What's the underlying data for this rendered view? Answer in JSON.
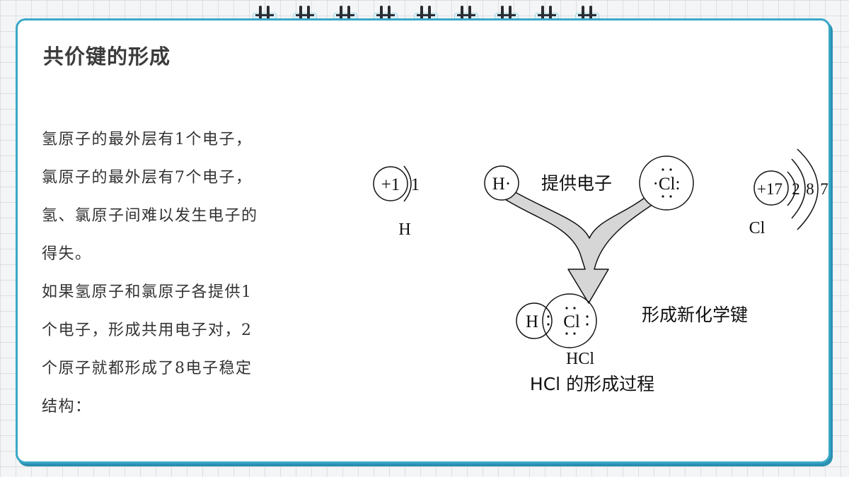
{
  "title": "共价键的形成",
  "body_lines": [
    "氢原子的最外层有1个电子，",
    "氯原子的最外层有7个电子，",
    "氢、氯原子间难以发生电子的",
    "得失。",
    "如果氢原子和氯原子各提供1",
    "个电子，形成共用电子对，2",
    "个原子就都形成了8电子稳定",
    "结构："
  ],
  "diagram": {
    "h_nucleus": "+1",
    "h_shell": "1",
    "h_label": "H",
    "h_dot": "H·",
    "provide_label": "提供电子",
    "cl_dot": "·Cl:",
    "cl_nucleus": "+17",
    "cl_shells": [
      "2",
      "8",
      "7"
    ],
    "cl_label": "Cl",
    "hcl_h": "H",
    "hcl_cl": "Cl",
    "new_bond_label": "形成新化学键",
    "hcl_label": "HCl",
    "caption": "HCl 的形成过程"
  },
  "colors": {
    "border": "#3aa8c8",
    "arrow_fill": "#d6d6d6"
  }
}
